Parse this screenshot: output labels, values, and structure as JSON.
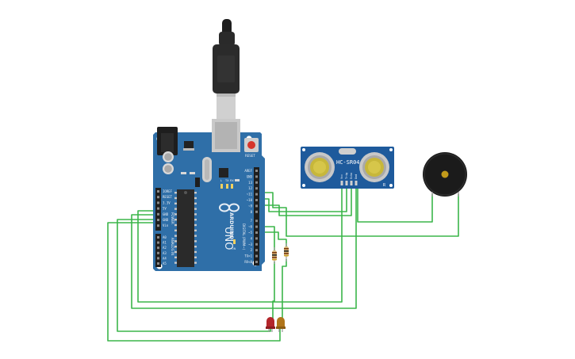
{
  "board": {
    "logo_text": "ARDUINO",
    "model_text": "UNO",
    "digital_header_label": "DIGITAL (PWM~)",
    "power_header_label": "POWER",
    "analog_header_label": "ANALOG IN",
    "reset_label": "RESET",
    "tx_label": "TX",
    "rx_label": "RX",
    "l_label": "L",
    "on_label": "ON",
    "digital_pins": [
      "AREF",
      "GND",
      "13",
      "12",
      "~11",
      "~10",
      "~9",
      "8",
      "7",
      "~6",
      "~5",
      "4",
      "~3",
      "2",
      "TX>1",
      "RX<0"
    ],
    "power_pins": [
      "IOREF",
      "RESET",
      "3.3V",
      "5V",
      "GND",
      "GND",
      "Vin"
    ],
    "analog_pins": [
      "A0",
      "A1",
      "A2",
      "A3",
      "A4",
      "A5"
    ]
  },
  "sensor": {
    "title": "HC-SR04",
    "pins": [
      "Vcc",
      "Trig",
      "Echo",
      "Gnd"
    ],
    "corner_mark": "R"
  },
  "colors": {
    "board": "#2f6fa8",
    "wire": "#3bb54a",
    "sensor_board": "#1e5a9c",
    "led_red": "#b3262b",
    "led_amber": "#b0751a",
    "buzzer": "#1b1b1b",
    "buzzer_center": "#c29a1a"
  },
  "components": {
    "microcontroller": "arduino-uno",
    "distance_sensor": "hc-sr04",
    "buzzer": "piezo",
    "leds": [
      "red",
      "amber"
    ],
    "resistor_count": 2
  }
}
